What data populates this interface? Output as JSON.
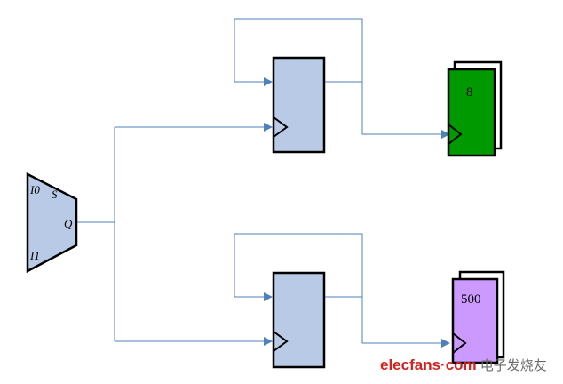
{
  "mux": {
    "input0_label": "I0",
    "input1_label": "I1",
    "select_label": "S",
    "output_label": "Q"
  },
  "counters": [
    {
      "value": "8",
      "color": "#009900"
    },
    {
      "value": "500",
      "color": "#cc99ff"
    }
  ],
  "colors": {
    "wire": "#4f81bd",
    "register_fill": "#b9cae6",
    "outline": "#000000"
  },
  "watermark": {
    "brand": "elecfans",
    "dot": "·",
    "suffix": "com",
    "chinese": "电子发烧友"
  }
}
